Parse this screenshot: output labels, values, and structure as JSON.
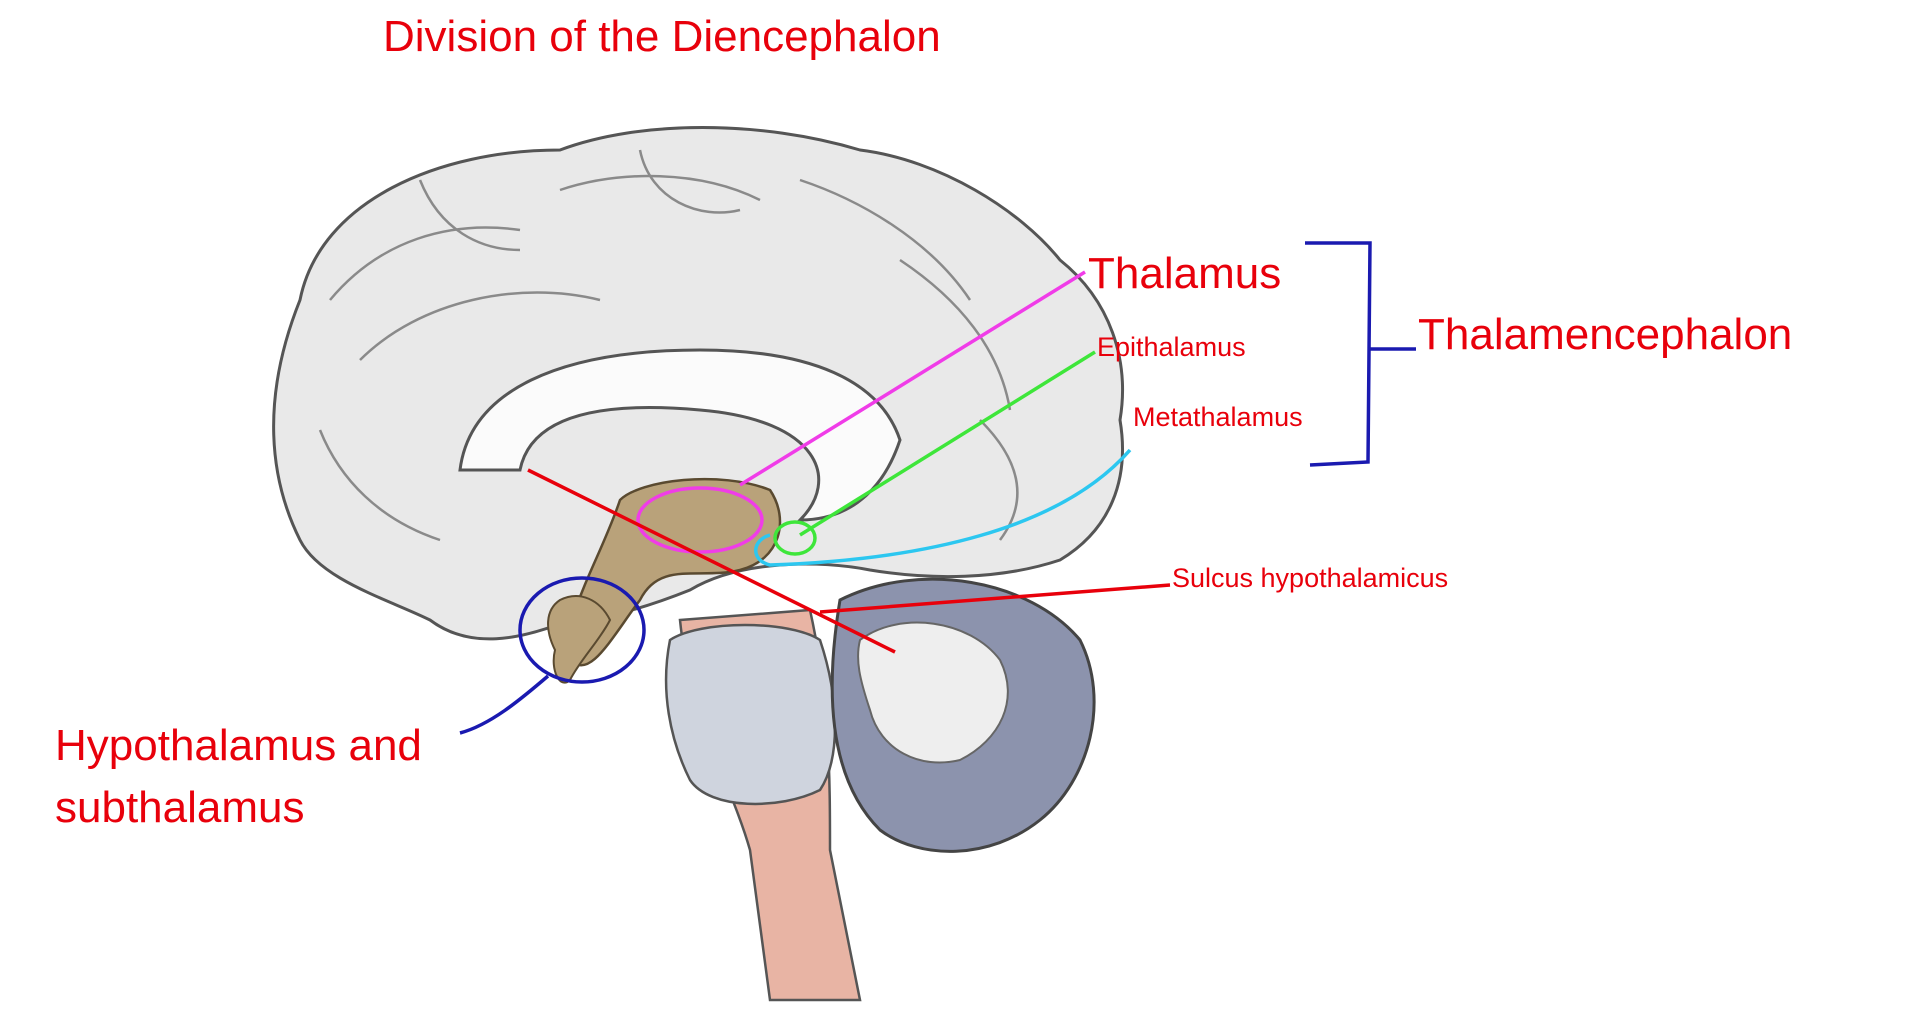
{
  "title": "Division of the Diencephalon",
  "labels": {
    "thalamus": "Thalamus",
    "epithalamus": "Epithalamus",
    "metathalamus": "Metathalamus",
    "sulcus_hypothalamicus": "Sulcus hypothalamicus",
    "thalamencephalon": "Thalamencephalon",
    "hypothalamus_line1": "Hypothalamus and",
    "hypothalamus_line2": "subthalamus"
  },
  "colors": {
    "label_text": "#e8000b",
    "thalamus_line": "#f03ce8",
    "epithalamus_line": "#3ee63a",
    "metathalamus_line": "#2cc7f0",
    "sulcus_line": "#e8000b",
    "bracket_and_hypothalamus_line": "#1a1ab0",
    "brain_grey": "#e9e9e9",
    "brainstem_pink": "#e8b4a4",
    "cerebellum_blue": "#8c93ad"
  }
}
